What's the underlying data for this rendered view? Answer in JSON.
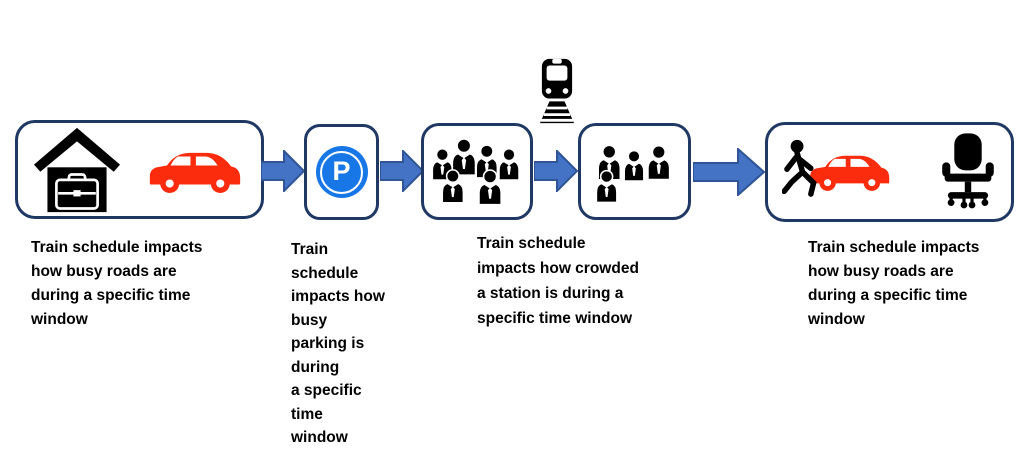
{
  "steps": [
    {
      "name": "home-departure",
      "icons": [
        "home-office-icon",
        "car-icon"
      ],
      "caption": "Train schedule impacts\nhow busy roads are\nduring a specific time\nwindow"
    },
    {
      "name": "parking",
      "icons": [
        "parking-sign-icon"
      ],
      "sign_letter": "P",
      "caption": "Train\nschedule\nimpacts how\nbusy\nparking is\nduring\na specific\ntime\nwindow"
    },
    {
      "name": "station-crowd-large",
      "icons": [
        "crowd-icon",
        "train-icon"
      ],
      "caption": "Train schedule\nimpacts how crowded\na station is during a\nspecific time window"
    },
    {
      "name": "station-crowd-small",
      "icons": [
        "crowd-icon"
      ],
      "caption": ""
    },
    {
      "name": "arrival-office",
      "icons": [
        "walking-person-icon",
        "car-icon",
        "office-chair-icon"
      ],
      "caption": "Train schedule impacts\nhow busy roads are\nduring a specific time\nwindow"
    }
  ],
  "colors": {
    "background": "#ffffff",
    "box_border": "#1f3864",
    "arrow_fill": "#4472c4",
    "arrow_border": "#2f5597",
    "car_red": "#fb2b0d",
    "parking_blue": "#1877e6",
    "icon_black": "#000000",
    "text": "#000000"
  }
}
